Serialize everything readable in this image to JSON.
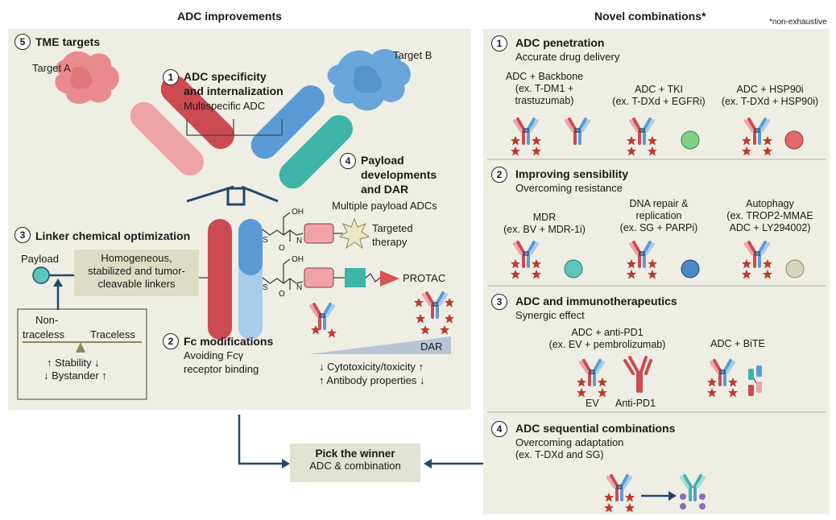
{
  "headers": {
    "left": "ADC improvements",
    "right": "Novel combinations*",
    "note": "*non-exhaustive"
  },
  "left": {
    "tme": {
      "num": "5",
      "title": "TME targets",
      "target_a": "Target A",
      "target_b": "Target B"
    },
    "specificity": {
      "num": "1",
      "title1": "ADC specificity",
      "title2": "and internalization",
      "sub": "Multispecific ADC"
    },
    "payload_dev": {
      "num": "4",
      "title1": "Payload",
      "title2": "developments",
      "title3": "and DAR",
      "sub": "Multiple payload ADCs"
    },
    "linker": {
      "num": "3",
      "title": "Linker chemical optimization",
      "payload_label": "Payload",
      "box1": "Homogeneous,",
      "box2": "stabilized and tumor-",
      "box3": "cleavable linkers",
      "non": "Non-",
      "traceless_a": "traceless",
      "traceless_b": "Traceless",
      "stability": "Stability",
      "bystander": "Bystander"
    },
    "chem": {
      "oh": "OH",
      "o": "O",
      "s": "S",
      "n": "N"
    },
    "therapy": {
      "targeted1": "Targeted",
      "targeted2": "therapy",
      "protac": "PROTAC"
    },
    "fc": {
      "num": "2",
      "title": "Fc modifications",
      "sub1": "Avoiding Fcγ",
      "sub2": "receptor binding"
    },
    "dar": {
      "label": "DAR",
      "line1": "Cytotoxicity/toxicity",
      "line2": "Antibody properties"
    }
  },
  "winner": {
    "title": "Pick the winner",
    "sub": "ADC & combination"
  },
  "right": {
    "s1": {
      "num": "1",
      "title": "ADC penetration",
      "sub": "Accurate drug delivery",
      "c1": [
        "ADC + Backbone",
        "(ex. T-DM1 +",
        "trastuzumab)"
      ],
      "c2": [
        "ADC + TKI",
        "(ex. T-DXd + EGFRi)"
      ],
      "c3": [
        "ADC + HSP90i",
        "(ex. T-DXd + HSP90i)"
      ]
    },
    "s2": {
      "num": "2",
      "title": "Improving sensibility",
      "sub": "Overcoming resistance",
      "c1": [
        "MDR",
        "(ex. BV + MDR-1i)"
      ],
      "c2": [
        "DNA repair &",
        "replication",
        "(ex. SG + PARPi)"
      ],
      "c3": [
        "Autophagy",
        "(ex. TROP2-MMAE",
        "ADC + LY294002)"
      ]
    },
    "s3": {
      "num": "3",
      "title": "ADC and immunotherapeutics",
      "sub": "Synergic effect",
      "c1": [
        "ADC + anti-PD1",
        "(ex. EV + pembrolizumab)"
      ],
      "c2": [
        "ADC + BiTE"
      ],
      "ev": "EV",
      "antipd1": "Anti-PD1"
    },
    "s4": {
      "num": "4",
      "title": "ADC sequential combinations",
      "sub": "Overcoming adaptation",
      "ex": "(ex. T-DXd and SG)"
    }
  },
  "colors": {
    "panel": "#eeeee5",
    "red": "#cc4a52",
    "pink": "#eea3a7",
    "blue": "#5a9bd5",
    "lightblue": "#a8cdeb",
    "teal": "#3fb3a8",
    "navy": "#24466e",
    "star": "#c0392b"
  }
}
